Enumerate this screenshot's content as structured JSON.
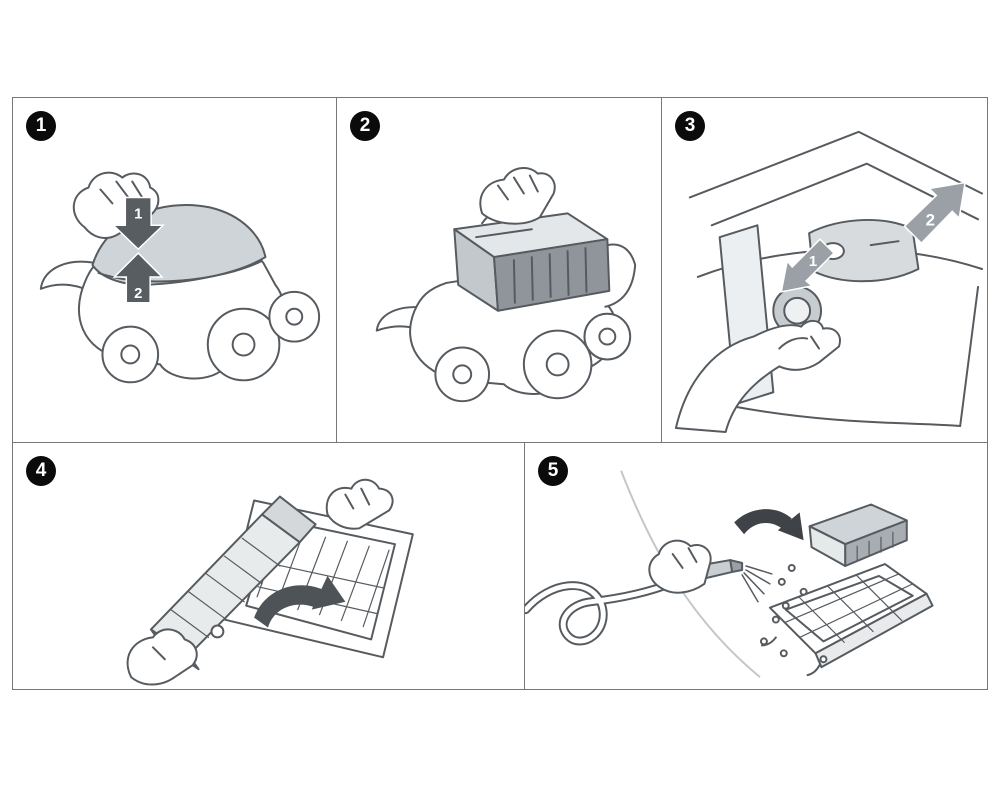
{
  "steps": [
    {
      "number": "1",
      "arrows": [
        "1",
        "2"
      ],
      "illustration": "pool-cleaner-press-and-open-canopy"
    },
    {
      "number": "2",
      "arrows": [],
      "illustration": "pool-cleaner-lift-out-filter-box"
    },
    {
      "number": "3",
      "arrows": [
        "1",
        "2"
      ],
      "illustration": "press-button-and-release-latch"
    },
    {
      "number": "4",
      "arrows": [],
      "illustration": "open-filter-cassette-halves"
    },
    {
      "number": "5",
      "arrows": [],
      "illustration": "rinse-filter-panels-with-hose"
    }
  ],
  "colors": {
    "background": "#ffffff",
    "panel_border": "#777777",
    "badge_bg": "#0b0b0b",
    "badge_text": "#ffffff",
    "line_art": "#565b60",
    "light_fill": "#cfd4d8",
    "mid_fill": "#a7adb2",
    "arrow_dark": "#585d62",
    "arrow_gray": "#9aa0a6",
    "arrow_label": "#ffffff"
  }
}
